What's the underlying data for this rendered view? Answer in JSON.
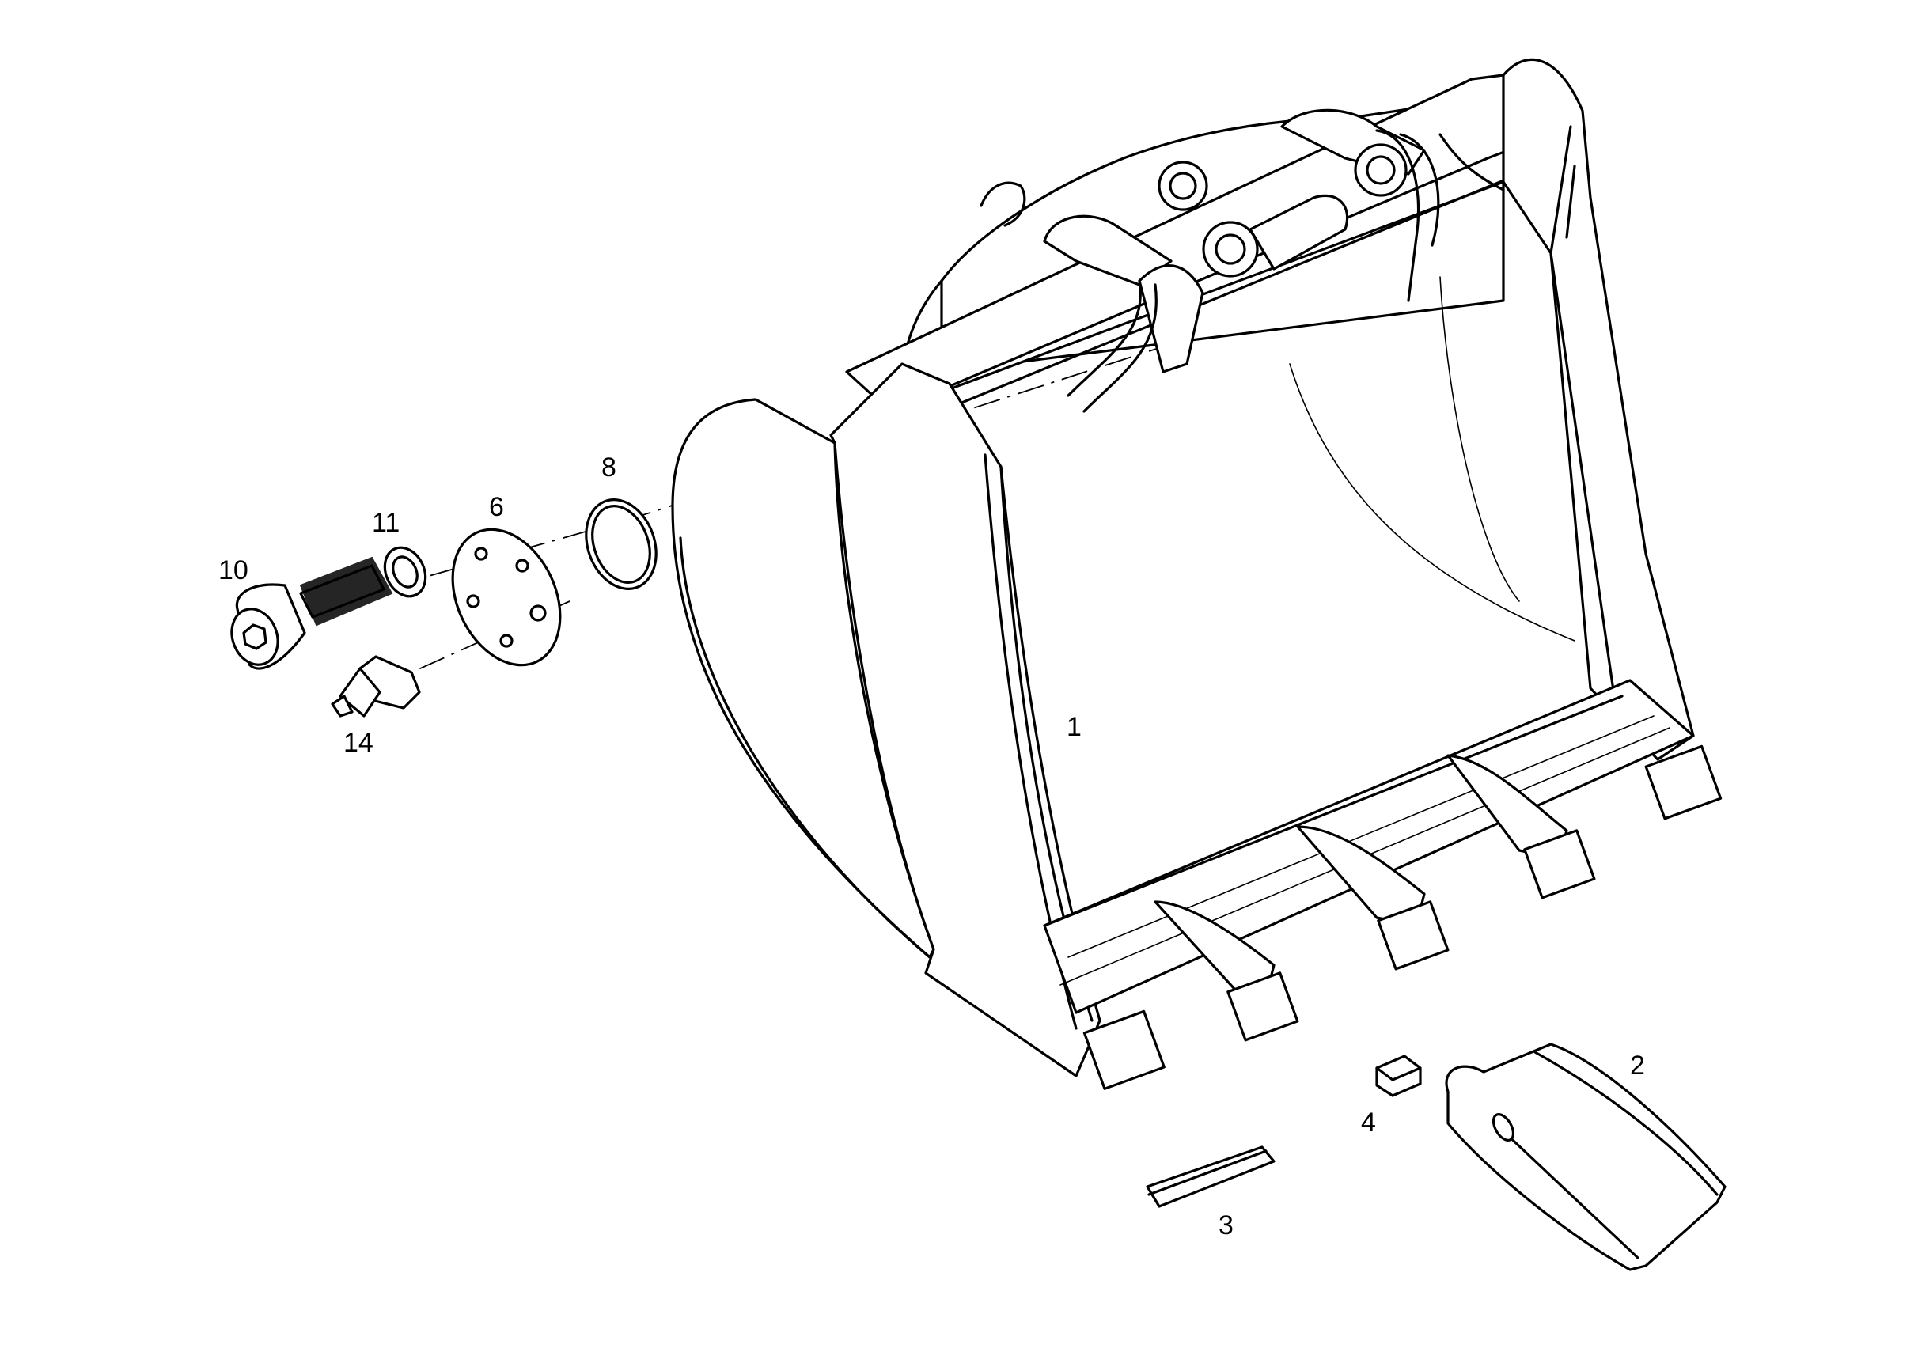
{
  "callouts": [
    {
      "id": "1",
      "text": "1",
      "part": "bucket-body"
    },
    {
      "id": "2",
      "text": "2",
      "part": "tooth-tip"
    },
    {
      "id": "3",
      "text": "3",
      "part": "retaining-pin"
    },
    {
      "id": "4",
      "text": "4",
      "part": "pin-lock"
    },
    {
      "id": "6",
      "text": "6",
      "part": "cover-plate"
    },
    {
      "id": "8",
      "text": "8",
      "part": "o-ring"
    },
    {
      "id": "10",
      "text": "10",
      "part": "cap-screw"
    },
    {
      "id": "11",
      "text": "11",
      "part": "washer"
    },
    {
      "id": "14",
      "text": "14",
      "part": "grease-nipple"
    }
  ]
}
